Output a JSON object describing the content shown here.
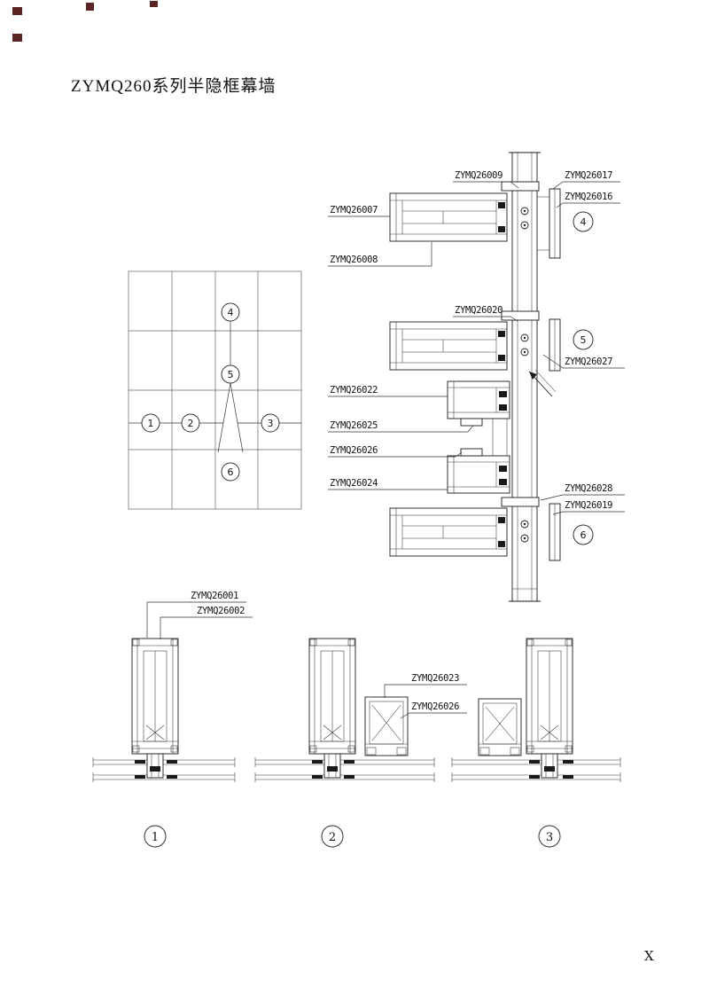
{
  "title": "ZYMQ260系列半隐框幕墙",
  "page_mark": "X",
  "colors": {
    "line": "#1a1a1a",
    "background": "#ffffff",
    "stamp_artifact": "#4a0d0d"
  },
  "elevation": {
    "callouts": {
      "c1": "1",
      "c2": "2",
      "c3": "3",
      "c4": "4",
      "c5": "5",
      "c6": "6"
    }
  },
  "sections": {
    "callouts": {
      "d4": "4",
      "d5": "5",
      "d6": "6"
    },
    "labels": {
      "zymq26009": "ZYMQ26009",
      "zymq26017": "ZYMQ26017",
      "zymq26016": "ZYMQ26016",
      "zymq26007": "ZYMQ26007",
      "zymq26008": "ZYMQ26008",
      "zymq26020": "ZYMQ26020",
      "zymq26027": "ZYMQ26027",
      "zymq26022": "ZYMQ26022",
      "zymq26025": "ZYMQ26025",
      "zymq26026": "ZYMQ26026",
      "zymq26024": "ZYMQ26024",
      "zymq26028": "ZYMQ26028",
      "zymq26019": "ZYMQ26019"
    }
  },
  "plans": {
    "callouts": {
      "d1": "1",
      "d2": "2",
      "d3": "3"
    },
    "labels": {
      "zymq26001": "ZYMQ26001",
      "zymq26002": "ZYMQ26002",
      "zymq26023": "ZYMQ26023",
      "zymq26026": "ZYMQ26026"
    }
  }
}
